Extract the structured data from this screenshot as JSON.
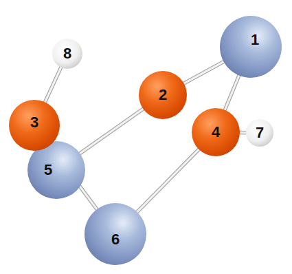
{
  "diagram": {
    "nodes": [
      {
        "text": [
          "1"
        ]
      },
      {
        "text": [
          "2"
        ]
      },
      {
        "text": [
          "3"
        ]
      },
      {
        "text": [
          "4"
        ]
      },
      {
        "text": [
          "5"
        ]
      },
      {
        "text": [
          "6"
        ]
      },
      {
        "text": [
          "7"
        ]
      },
      {
        "text": [
          "8"
        ]
      }
    ],
    "edges": [
      {
        "from": 0,
        "to": 1,
        "arrow": "none"
      },
      {
        "from": 0,
        "to": 3,
        "arrow": "none"
      },
      {
        "from": 1,
        "to": 4,
        "arrow": "none"
      },
      {
        "from": 2,
        "to": 7,
        "arrow": "none"
      },
      {
        "from": 2,
        "to": 5,
        "arrow": "none"
      },
      {
        "from": 3,
        "to": 6,
        "arrow": "none"
      },
      {
        "from": 3,
        "to": 5,
        "arrow": "none"
      }
    ]
  }
}
